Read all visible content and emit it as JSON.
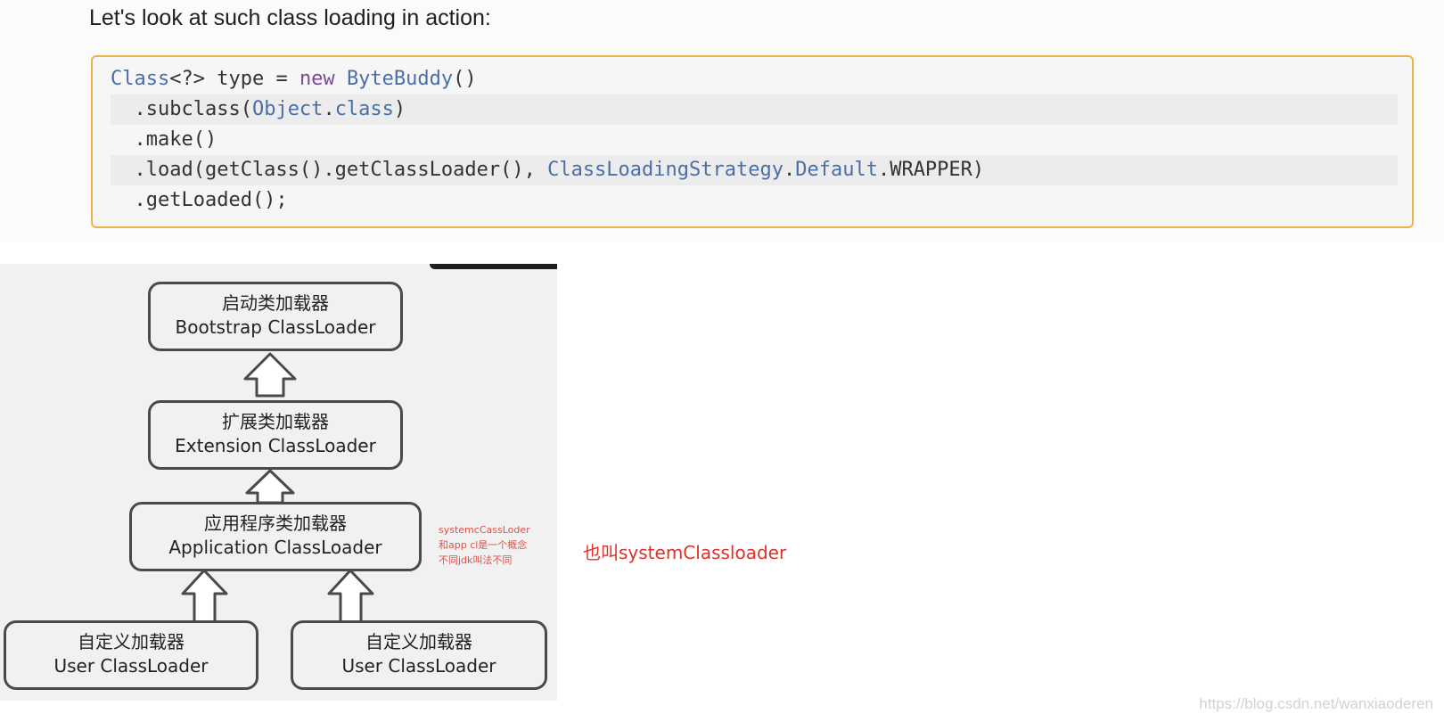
{
  "article": {
    "intro": "Let's look at such class loading in action:"
  },
  "code": {
    "line1": {
      "t1": "Class",
      "t2": "<?> type = ",
      "t3": "new",
      "t4": " ",
      "t5": "ByteBuddy",
      "t6": "()"
    },
    "line2": {
      "t1": "  .subclass(",
      "t2": "Object",
      "t3": ".",
      "t4": "class",
      "t5": ")"
    },
    "line3": {
      "t1": "  .make()"
    },
    "line4": {
      "t1": "  .load(getClass().getClassLoader(), ",
      "t2": "ClassLoadingStrategy",
      "t3": ".",
      "t4": "Default",
      "t5": ".WRAPPER)"
    },
    "line5": {
      "t1": "  .getLoaded();"
    }
  },
  "diagram": {
    "bootstrap": {
      "cn": "启动类加载器",
      "en": "Bootstrap ClassLoader"
    },
    "extension": {
      "cn": "扩展类加载器",
      "en": "Extension ClassLoader"
    },
    "application": {
      "cn": "应用程序类加载器",
      "en": "Application ClassLoader"
    },
    "user_left": {
      "cn": "自定义加载器",
      "en": "User ClassLoader"
    },
    "user_right": {
      "cn": "自定义加载器",
      "en": "User ClassLoader"
    },
    "note_lines": [
      "systemcCassLoder",
      "和app cl是一个概念",
      "不同jdk叫法不同"
    ]
  },
  "aside_note": "也叫systemClassloader",
  "watermark": "https://blog.csdn.net/wanxiaoderen",
  "colors": {
    "code_border": "#f0b04a",
    "type_token": "#4a6ea8",
    "keyword_token": "#7a4a94",
    "annotation_red": "#e0302a"
  }
}
